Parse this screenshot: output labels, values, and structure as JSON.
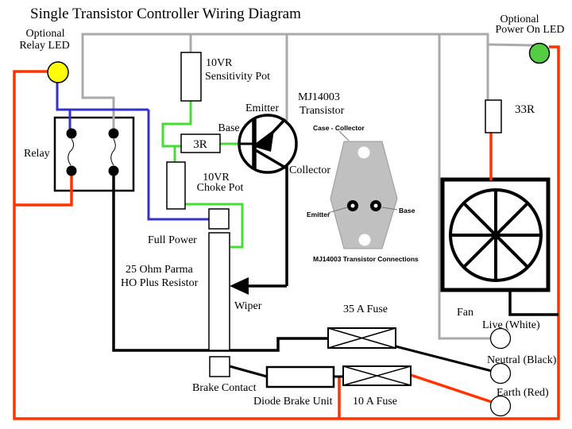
{
  "title": "Single Transistor Controller Wiring Diagram",
  "colors": {
    "wire_red": "#FF3300",
    "wire_blue": "#3333CC",
    "wire_green": "#44DD33",
    "wire_gray": "#AAAAAA",
    "led_yellow": "#FFFF00",
    "led_green": "#55CC44",
    "package_gray": "#C0C0C0"
  },
  "labels": {
    "relay_led_1": "Optional",
    "relay_led_2": "Relay LED",
    "power_led_1": "Optional",
    "power_led_2": "Power On LED",
    "relay": "Relay",
    "sens_pot_1": "10VR",
    "sens_pot_2": "Sensitivity Pot",
    "r3": "3R",
    "choke_pot_1": "10VR",
    "choke_pot_2": "Choke Pot",
    "emitter": "Emitter",
    "base": "Base",
    "collector": "Collector",
    "mj_1": "MJ14003",
    "mj_2": "Transistor",
    "pkg_case": "Case - Collector",
    "pkg_emitter": "Emitter",
    "pkg_base": "Base",
    "pkg_caption": "MJ14003 Transistor Connections",
    "r33": "33R",
    "full_power": "Full Power",
    "parma_1": "25 Ohm Parma",
    "parma_2": "HO Plus Resistor",
    "wiper": "Wiper",
    "fuse35": "35 A Fuse",
    "fan": "Fan",
    "live": "Live (White)",
    "neutral": "Neutral (Black)",
    "earth": "Earth (Red)",
    "brake_contact": "Brake Contact",
    "diode_brake": "Diode Brake Unit",
    "fuse10": "10 A Fuse"
  }
}
